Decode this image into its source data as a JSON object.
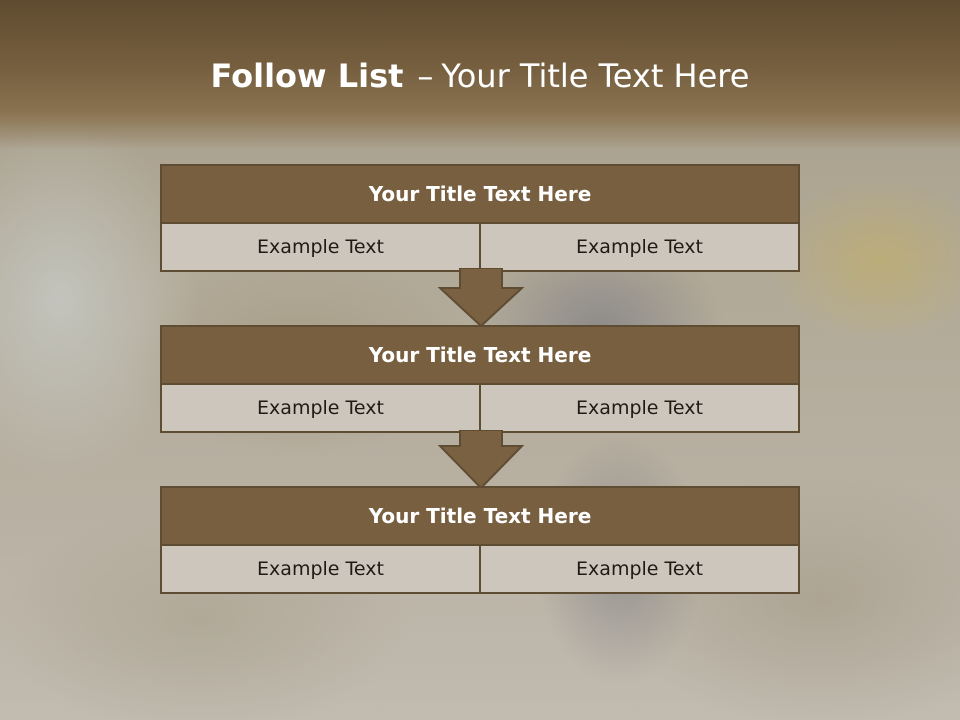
{
  "slide": {
    "title_bold": "Follow List",
    "title_dash": "–",
    "title_rest": "Your Title Text Here"
  },
  "blocks": [
    {
      "title": "Your Title Text Here",
      "left": "Example Text",
      "right": "Example Text"
    },
    {
      "title": "Your Title Text Here",
      "left": "Example Text",
      "right": "Example Text"
    },
    {
      "title": "Your Title Text Here",
      "left": "Example Text",
      "right": "Example Text"
    }
  ],
  "colors": {
    "header_fill": "#775f40",
    "border": "#5e4c33",
    "cell_fill": "#cdc6bd",
    "arrow_fill": "#7a6142"
  },
  "icons": [
    "down-arrow-icon",
    "down-arrow-icon"
  ]
}
